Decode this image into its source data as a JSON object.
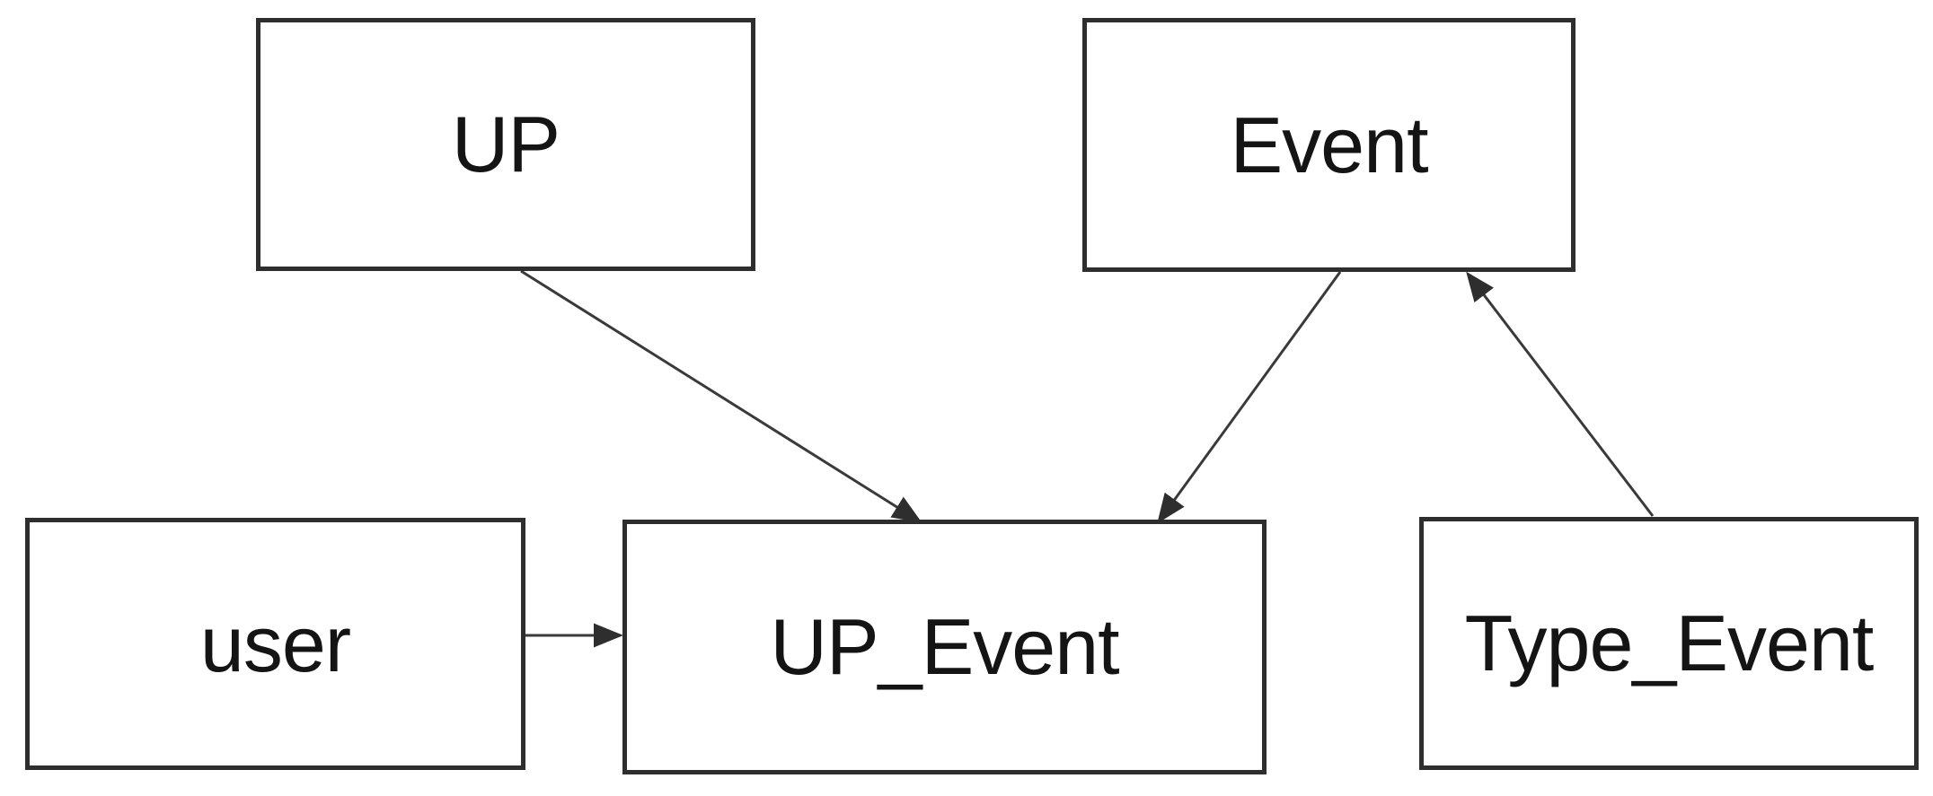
{
  "diagram": {
    "type": "entity-relationship-diagram",
    "nodes": [
      {
        "id": "UP",
        "label": "UP"
      },
      {
        "id": "Event",
        "label": "Event"
      },
      {
        "id": "user",
        "label": "user"
      },
      {
        "id": "UP_Event",
        "label": "UP_Event"
      },
      {
        "id": "Type_Event",
        "label": "Type_Event"
      }
    ],
    "edges": [
      {
        "id": "up-to-up_event",
        "from": "UP",
        "to": "UP_Event",
        "arrowhead_at": "to"
      },
      {
        "id": "event-to-up_event",
        "from": "Event",
        "to": "UP_Event",
        "arrowhead_at": "to"
      },
      {
        "id": "type_event-to-event",
        "from": "Type_Event",
        "to": "Event",
        "arrowhead_at": "to"
      },
      {
        "id": "user-to-up_event",
        "from": "user",
        "to": "UP_Event",
        "arrowhead_at": "to"
      }
    ],
    "colors": {
      "border": "#2e2e2e",
      "line": "#3a3a3a",
      "text": "#141414",
      "background": "#ffffff"
    }
  }
}
